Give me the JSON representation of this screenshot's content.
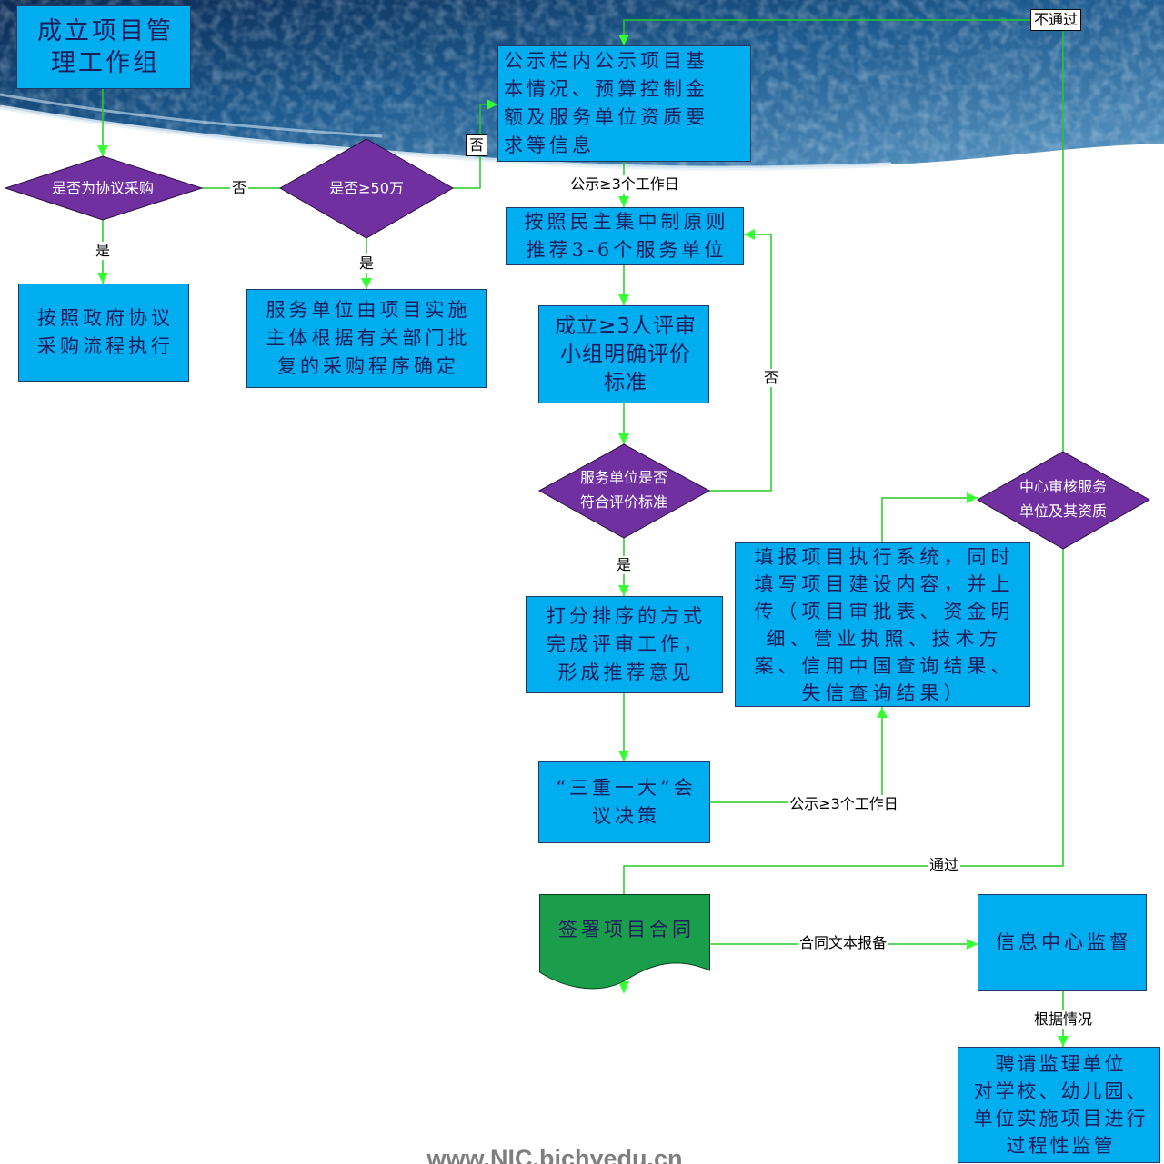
{
  "colors": {
    "process_box": "#00AEEF",
    "decision": "#7030A0",
    "document": "#1B9E4B",
    "connector": "#22CC22",
    "arrowhead": "#33FF33",
    "box_text": "#1D1D5E"
  },
  "nodes": {
    "form_group": {
      "lines": [
        "成立项目管",
        "理工作组"
      ]
    },
    "is_agreement": {
      "lines": [
        "是否为协议采购"
      ]
    },
    "over_50w": {
      "lines": [
        "是否≥50万"
      ]
    },
    "agreement_process": {
      "lines": [
        "按照政府协议",
        "采购流程执行"
      ]
    },
    "procurement_by_entity": {
      "lines": [
        "服务单位由项目实施",
        "主体根据有关部门批",
        "复的采购程序确定"
      ]
    },
    "public_notice": {
      "lines": [
        "公示栏内公示项目基",
        "本情况、预算控制金",
        "额及服务单位资质要",
        "求等信息"
      ]
    },
    "recommend_units": {
      "lines": [
        "按照民主集中制原则",
        "推荐3-6个服务单位"
      ]
    },
    "review_panel": {
      "lines": [
        "成立≥3人评审",
        "小组明确评价",
        "标准"
      ]
    },
    "meets_criteria": {
      "lines": [
        "服务单位是否",
        "符合评价标准"
      ]
    },
    "scoring": {
      "lines": [
        "打分排序的方式",
        "完成评审工作，",
        "形成推荐意见"
      ]
    },
    "meeting_decision": {
      "lines": [
        "“三重一大”会",
        "议决策"
      ]
    },
    "fill_system": {
      "lines": [
        "填报项目执行系统，同时",
        "填写项目建设内容，并上",
        "传（项目审批表、资金明",
        "细、营业执照、技术方",
        "案、信用中国查询结果、",
        "失信查询结果）"
      ]
    },
    "center_review": {
      "lines": [
        "中心审核服务",
        "单位及其资质"
      ]
    },
    "sign_contract": {
      "lines": [
        "签署项目合同"
      ]
    },
    "info_center": {
      "lines": [
        "信息中心监督"
      ]
    },
    "supervisor": {
      "lines": [
        "聘请监理单位",
        "对学校、幼儿园、",
        "单位实施项目进行",
        "过程性监管"
      ]
    }
  },
  "edge_labels": {
    "agreement_no": "否",
    "agreement_yes": "是",
    "over_50w_yes": "是",
    "over_50w_no": "否",
    "notice_period_1": "公示≥3个工作日",
    "criteria_no": "否",
    "criteria_yes": "是",
    "notice_period_2": "公示≥3个工作日",
    "rejected": "不通过",
    "approved": "通过",
    "contract_filing": "合同文本报备",
    "as_needed": "根据情况"
  },
  "watermark": "www.NIC.bjchyedu.cn"
}
